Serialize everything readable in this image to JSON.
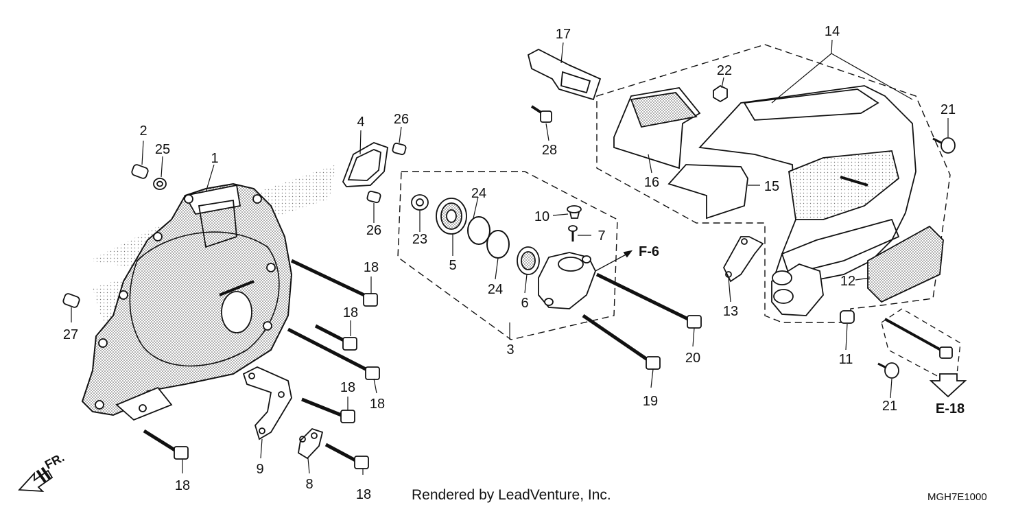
{
  "diagram": {
    "parts": {
      "p1": "1",
      "p2": "2",
      "p3": "3",
      "p4": "4",
      "p5": "5",
      "p6": "6",
      "p7": "7",
      "p8": "8",
      "p9": "9",
      "p10": "10",
      "p11": "11",
      "p12": "12",
      "p13": "13",
      "p14": "14",
      "p15": "15",
      "p16": "16",
      "p17": "17",
      "p18": "18",
      "p19": "19",
      "p20": "20",
      "p21": "21",
      "p22": "22",
      "p23": "23",
      "p24": "24",
      "p25": "25",
      "p26": "26",
      "p27": "27",
      "p28": "28"
    },
    "refs": {
      "f6": "F-6",
      "e18": "E-18"
    },
    "direction": "FR.",
    "credit": "Rendered by LeadVenture, Inc.",
    "diagram_code": "MGH7E1000"
  }
}
